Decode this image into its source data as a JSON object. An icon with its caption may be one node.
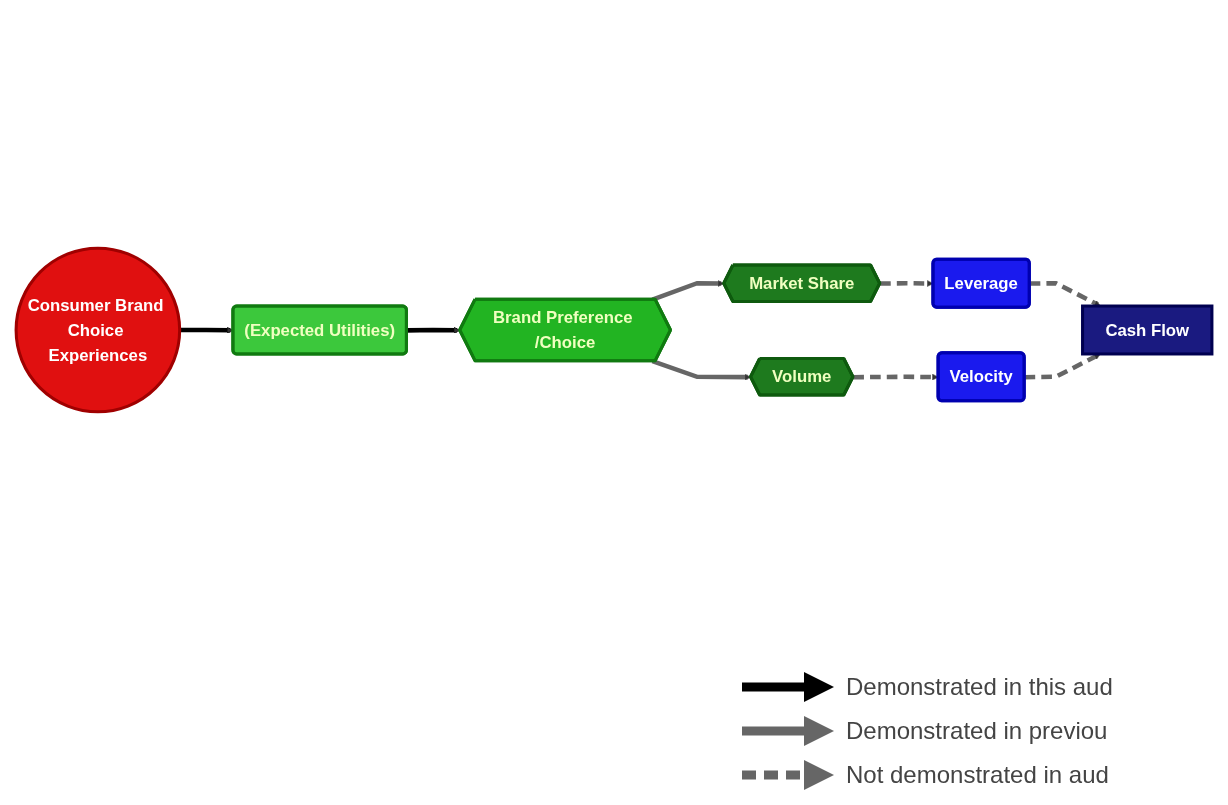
{
  "diagram": {
    "nodes": [
      {
        "text": [
          "Market Share"
        ]
      },
      {
        "text": [
          "Leverage"
        ]
      },
      {
        "text": [
          "Cash Flow"
        ]
      },
      {
        "text": [
          "(Expected Utilities)"
        ]
      },
      {
        "text": [
          "Brand Preference /Choice"
        ]
      },
      {
        "text": [
          "Volume"
        ]
      },
      {
        "text": [
          "Velocity"
        ]
      },
      {
        "text": [
          "Consumer Brand Choice Experiences"
        ]
      }
    ],
    "edges": [
      {
        "from": 0,
        "to": 1,
        "arrow": "to",
        "style": "dashed"
      },
      {
        "from": 1,
        "to": 2,
        "arrow": "to",
        "style": "dashed"
      },
      {
        "from": 4,
        "to": 0,
        "arrow": "to"
      },
      {
        "from": 3,
        "to": 4,
        "arrow": "to",
        "color": "#000000"
      },
      {
        "from": 4,
        "to": 5,
        "arrow": "to"
      },
      {
        "from": 5,
        "to": 6,
        "arrow": "to",
        "style": "dashed"
      },
      {
        "from": 6,
        "to": 2,
        "arrow": "to",
        "style": "dashed"
      },
      {
        "from": 7,
        "to": 3,
        "arrow": "to",
        "color": "#000000"
      }
    ],
    "legend": [
      {
        "text": "Demonstrated in this aud"
      },
      {
        "text": "Demonstrated in previou"
      },
      {
        "text": "Not demonstrated in aud"
      }
    ]
  }
}
